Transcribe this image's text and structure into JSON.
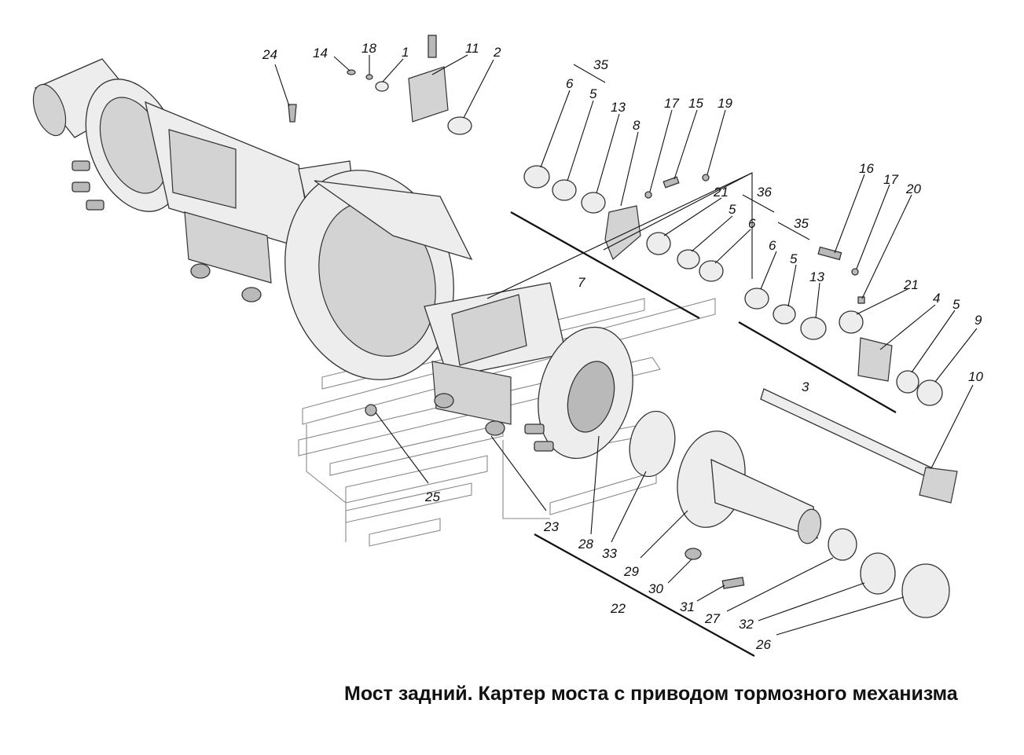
{
  "caption": "Мост задний. Картер моста с приводом тормозного механизма",
  "labels": [
    {
      "text": "24"
    },
    {
      "text": "14"
    },
    {
      "text": "18"
    },
    {
      "text": "1"
    },
    {
      "text": "11"
    },
    {
      "text": "2"
    },
    {
      "text": "35"
    },
    {
      "text": "6"
    },
    {
      "text": "5"
    },
    {
      "text": "13"
    },
    {
      "text": "8"
    },
    {
      "text": "17"
    },
    {
      "text": "15"
    },
    {
      "text": "19"
    },
    {
      "text": "21"
    },
    {
      "text": "36"
    },
    {
      "text": "5"
    },
    {
      "text": "6"
    },
    {
      "text": "7"
    },
    {
      "text": "35"
    },
    {
      "text": "16"
    },
    {
      "text": "17"
    },
    {
      "text": "20"
    },
    {
      "text": "6"
    },
    {
      "text": "5"
    },
    {
      "text": "13"
    },
    {
      "text": "21"
    },
    {
      "text": "4"
    },
    {
      "text": "5"
    },
    {
      "text": "9"
    },
    {
      "text": "3"
    },
    {
      "text": "10"
    },
    {
      "text": "25"
    },
    {
      "text": "23"
    },
    {
      "text": "28"
    },
    {
      "text": "33"
    },
    {
      "text": "29"
    },
    {
      "text": "30"
    },
    {
      "text": "22"
    },
    {
      "text": "31"
    },
    {
      "text": "27"
    },
    {
      "text": "32"
    },
    {
      "text": "26"
    }
  ]
}
